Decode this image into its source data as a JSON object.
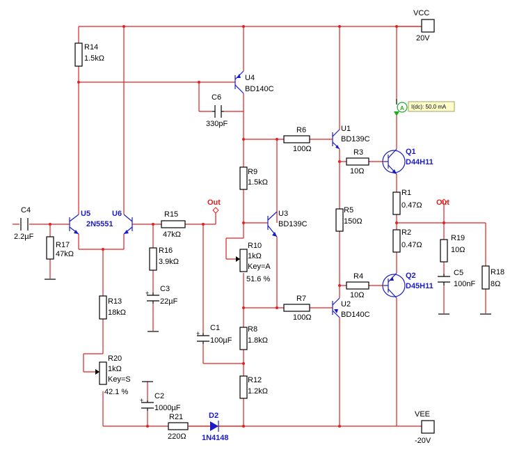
{
  "rails": {
    "vcc_label": "VCC",
    "vcc_value": "20V",
    "vee_label": "VEE",
    "vee_value": "-20V"
  },
  "probe": {
    "letter": "A",
    "reading": "I(dc): 50.0 mA"
  },
  "outputs": {
    "out_label": "Out"
  },
  "components": {
    "C4": {
      "ref": "C4",
      "value": "2.2µF"
    },
    "R17": {
      "ref": "R17",
      "value": "47kΩ"
    },
    "U5": {
      "ref": "U5"
    },
    "U6": {
      "ref": "U6"
    },
    "pair_part": "2N5551",
    "R14": {
      "ref": "R14",
      "value": "1.5kΩ"
    },
    "R15": {
      "ref": "R15",
      "value": "47kΩ"
    },
    "R16": {
      "ref": "R16",
      "value": "3.9kΩ"
    },
    "C3": {
      "ref": "C3",
      "value": "22µF"
    },
    "R13": {
      "ref": "R13",
      "value": "18kΩ"
    },
    "R20": {
      "ref": "R20",
      "value": "1kΩ",
      "key": "Key=S",
      "percent": "42.1 %"
    },
    "C2": {
      "ref": "C2",
      "value": "1000µF"
    },
    "R21": {
      "ref": "R21",
      "value": "220Ω"
    },
    "D2": {
      "ref": "D2",
      "part": "1N4148"
    },
    "U4": {
      "ref": "U4",
      "part": "BD140C"
    },
    "C6": {
      "ref": "C6",
      "value": "330pF"
    },
    "R9": {
      "ref": "R9",
      "value": "1.5kΩ"
    },
    "U3": {
      "ref": "U3",
      "part": "BD139C"
    },
    "R10": {
      "ref": "R10",
      "value": "1kΩ",
      "key": "Key=A",
      "percent": "51.6 %"
    },
    "C1": {
      "ref": "C1",
      "value": "100µF"
    },
    "R8": {
      "ref": "R8",
      "value": "1.8kΩ"
    },
    "R12": {
      "ref": "R12",
      "value": "1.2kΩ"
    },
    "R6": {
      "ref": "R6",
      "value": "100Ω"
    },
    "R7": {
      "ref": "R7",
      "value": "100Ω"
    },
    "U1": {
      "ref": "U1",
      "part": "BD139C"
    },
    "U2": {
      "ref": "U2",
      "part": "BD140C"
    },
    "R3": {
      "ref": "R3",
      "value": "10Ω"
    },
    "R4": {
      "ref": "R4",
      "value": "10Ω"
    },
    "R5": {
      "ref": "R5",
      "value": "150Ω"
    },
    "Q1": {
      "ref": "Q1",
      "part": "D44H11"
    },
    "Q2": {
      "ref": "Q2",
      "part": "D45H11"
    },
    "R1": {
      "ref": "R1",
      "value": "0.47Ω"
    },
    "R2": {
      "ref": "R2",
      "value": "0.47Ω"
    },
    "R19": {
      "ref": "R19",
      "value": "10Ω"
    },
    "C5": {
      "ref": "C5",
      "value": "100nF"
    },
    "R18": {
      "ref": "R18",
      "value": "8Ω"
    }
  }
}
